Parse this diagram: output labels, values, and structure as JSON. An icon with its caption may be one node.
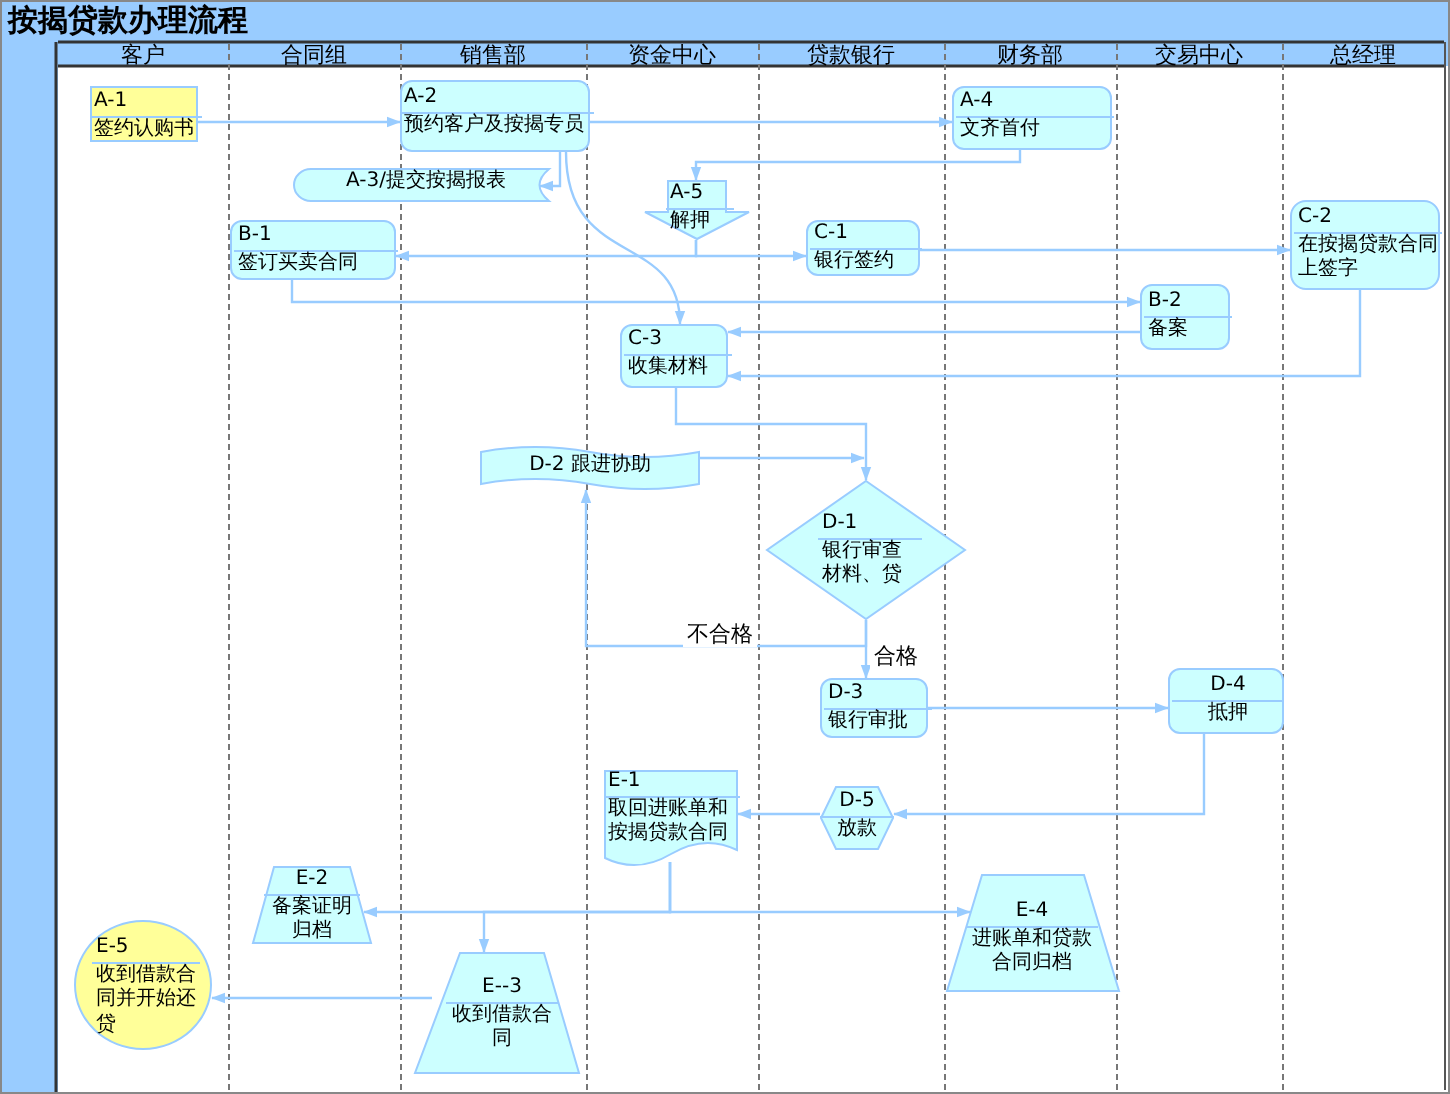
{
  "diagram": {
    "title": "按揭贷款办理流程",
    "nodes": [
      {
        "text": [
          "A-1",
          "签约认购书"
        ]
      },
      {
        "text": [
          "A-2",
          "预约客户及按揭专员"
        ]
      },
      {
        "text": [
          "A-3/提交按揭报表"
        ]
      },
      {
        "text": [
          "A-4",
          "文齐首付"
        ]
      },
      {
        "text": [
          "A-5",
          "解押"
        ]
      },
      {
        "text": [
          "B-1",
          "签订买卖合同"
        ]
      },
      {
        "text": [
          "C-1",
          "银行签约"
        ]
      },
      {
        "text": [
          "C-2",
          "在按揭贷款合同上签字"
        ]
      },
      {
        "text": [
          "B-2",
          "备案"
        ]
      },
      {
        "text": [
          "C-3",
          "收集材料"
        ]
      },
      {
        "text": [
          "D-2 跟进协助"
        ]
      },
      {
        "text": [
          "D-1",
          "银行审查材料、贷"
        ]
      },
      {
        "text": [
          "D-3",
          "银行审批"
        ]
      },
      {
        "text": [
          "D-4",
          "抵押"
        ]
      },
      {
        "text": [
          "E-1",
          "取回进账单和按揭贷款合同"
        ]
      },
      {
        "text": [
          "D-5",
          "放款"
        ]
      },
      {
        "text": [
          "E-2",
          "备案证明归档"
        ]
      },
      {
        "text": [
          "E-4",
          "进账单和贷款合同归档"
        ]
      },
      {
        "text": [
          "E-5",
          "收到借款合同并开始还贷"
        ]
      },
      {
        "text": [
          "E--3",
          "收到借款合同"
        ]
      }
    ],
    "edges": [
      {
        "from": 0,
        "to": 1,
        "arrow": "to"
      },
      {
        "from": 1,
        "to": 3,
        "arrow": "to"
      },
      {
        "from": 1,
        "to": 2,
        "arrow": "to"
      },
      {
        "from": 1,
        "to": 9,
        "arrow": "to"
      },
      {
        "from": 3,
        "to": 4,
        "arrow": "to"
      },
      {
        "from": 4,
        "to": 5,
        "arrow": "to"
      },
      {
        "from": 4,
        "to": 6,
        "arrow": "to"
      },
      {
        "from": 6,
        "to": 7,
        "arrow": "to"
      },
      {
        "from": 5,
        "to": 8,
        "arrow": "to"
      },
      {
        "from": 8,
        "to": 9,
        "arrow": "to"
      },
      {
        "from": 7,
        "to": 9,
        "arrow": "to"
      },
      {
        "from": 9,
        "to": 11,
        "arrow": "to"
      },
      {
        "from": 10,
        "to": 11,
        "arrow": "to"
      },
      {
        "from": 11,
        "to": 10,
        "arrow": "to",
        "label": "不合格"
      },
      {
        "from": 11,
        "to": 12,
        "arrow": "to",
        "label": "合格"
      },
      {
        "from": 12,
        "to": 13,
        "arrow": "to"
      },
      {
        "from": 13,
        "to": 15,
        "arrow": "to"
      },
      {
        "from": 15,
        "to": 14,
        "arrow": "to"
      },
      {
        "from": 14,
        "to": 19,
        "arrow": "to"
      },
      {
        "from": 14,
        "to": 17,
        "arrow": "to"
      },
      {
        "from": 14,
        "to": 16,
        "arrow": "to"
      },
      {
        "from": 19,
        "to": 18,
        "arrow": "to"
      }
    ],
    "labels": [
      "客户",
      "合同组",
      "销售部",
      "资金中心",
      "贷款银行",
      "财务部",
      "交易中心",
      "总经理"
    ]
  }
}
